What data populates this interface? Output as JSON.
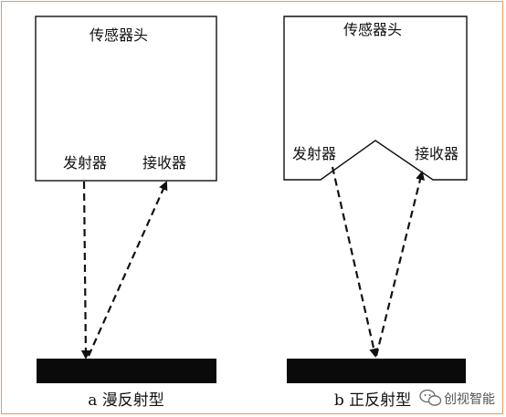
{
  "diagram_a": {
    "sensor_head": "传感器头",
    "emitter": "发射器",
    "receiver": "接收器",
    "caption": "a 漫反射型"
  },
  "diagram_b": {
    "sensor_head": "传感器头",
    "emitter": "发射器",
    "receiver": "接收器",
    "caption": "b 正反射型"
  },
  "watermark": {
    "text": "创视智能"
  },
  "colors": {
    "frame_border": "#e89a56",
    "stroke": "#111111",
    "target_fill": "#0a0a0a"
  }
}
